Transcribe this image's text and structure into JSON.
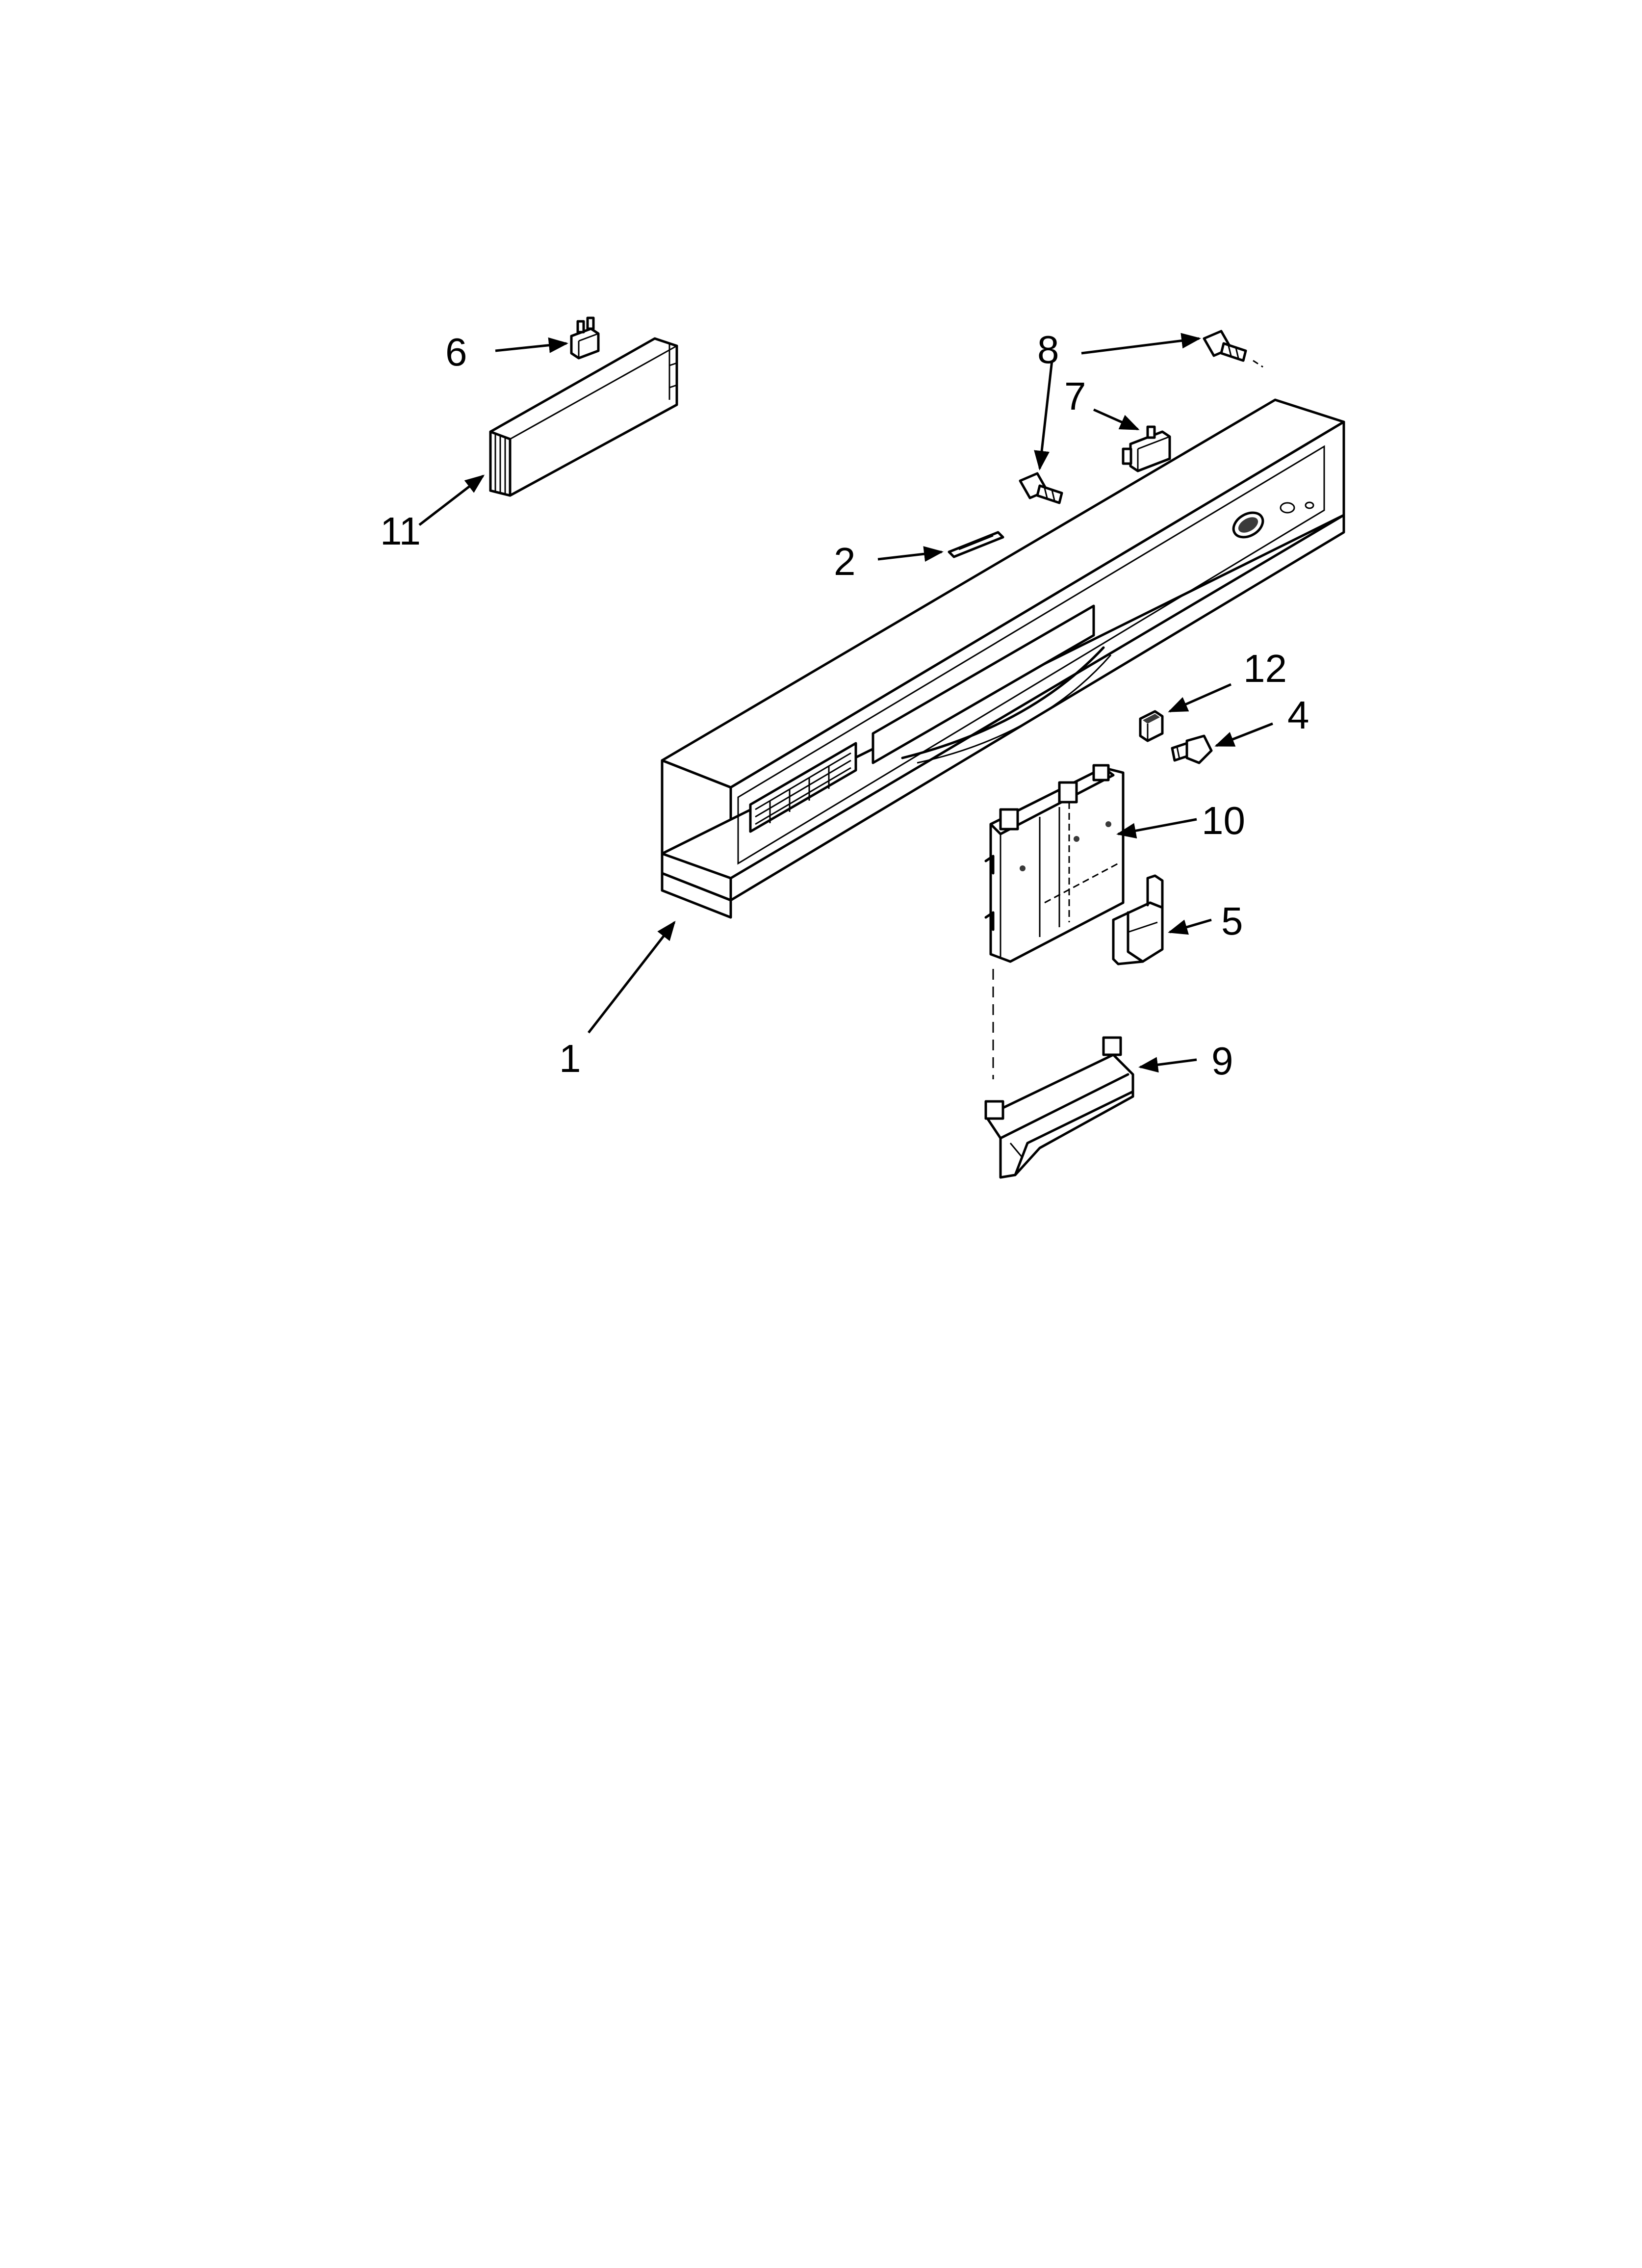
{
  "diagram": {
    "labels": {
      "p1": "1",
      "p2": "2",
      "p4": "4",
      "p5": "5",
      "p6": "6",
      "p7": "7",
      "p8": "8",
      "p9": "9",
      "p10": "10",
      "p11": "11",
      "p12": "12"
    }
  }
}
